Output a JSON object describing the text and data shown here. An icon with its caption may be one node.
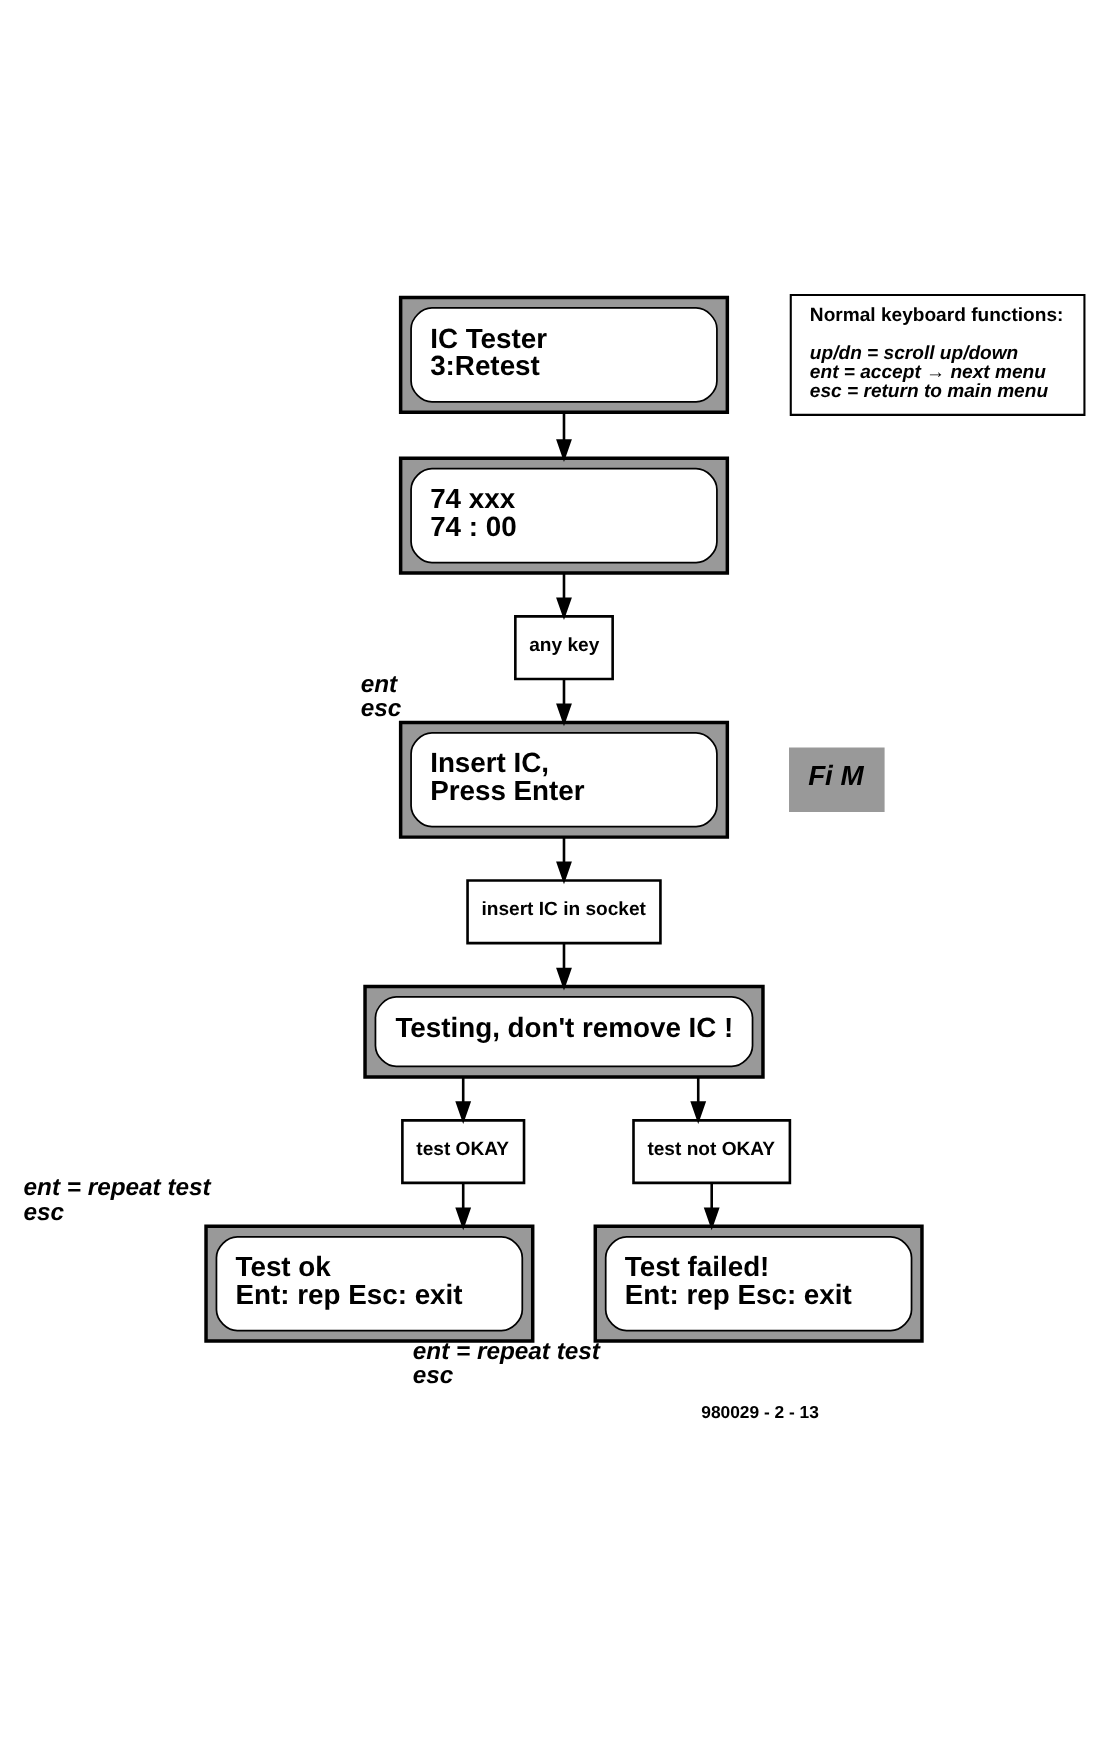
{
  "diagram": {
    "nodes": [
      {
        "text": [
          "IC Tester",
          "3:Retest"
        ]
      },
      {
        "text": [
          "74 xxx",
          "74 : 00"
        ]
      },
      {
        "text": [
          "any key"
        ]
      },
      {
        "text": [
          "Insert IC,",
          "Press Enter"
        ],
        "beside": [
          "ent",
          "esc"
        ]
      },
      {
        "text": [
          "insert IC in socket"
        ]
      },
      {
        "text": [
          "Testing, don't remove IC !"
        ]
      },
      {
        "text": [
          "test OKAY"
        ]
      },
      {
        "text": [
          "test not OKAY"
        ]
      },
      {
        "text": [
          "Test ok",
          "Ent: rep Esc: exit"
        ],
        "beside": [
          "ent = repeat test",
          "esc"
        ]
      },
      {
        "text": [
          "Test failed!",
          "Ent: rep Esc: exit"
        ],
        "beside": [
          "ent = repeat test",
          "esc"
        ]
      },
      {
        "text": [
          "Normal keyboard functions:",
          "up/dn = scroll up/down",
          "ent = accept → next menu",
          "esc = return to main menu"
        ]
      },
      {
        "text": [
          "Fi M"
        ]
      }
    ],
    "edges": [
      {
        "from": 0,
        "to": 1,
        "arrow": "to"
      },
      {
        "from": 1,
        "to": 2,
        "arrow": "to"
      },
      {
        "from": 2,
        "to": 3,
        "arrow": "to"
      },
      {
        "from": 3,
        "to": 4,
        "arrow": "to"
      },
      {
        "from": 4,
        "to": 5,
        "arrow": "to"
      },
      {
        "from": 5,
        "to": 6,
        "arrow": "to"
      },
      {
        "from": 5,
        "to": 7,
        "arrow": "to"
      },
      {
        "from": 6,
        "to": 8,
        "arrow": "to"
      },
      {
        "from": 7,
        "to": 9,
        "arrow": "to"
      }
    ],
    "labels": [
      "980029 - 2 - 13"
    ]
  }
}
